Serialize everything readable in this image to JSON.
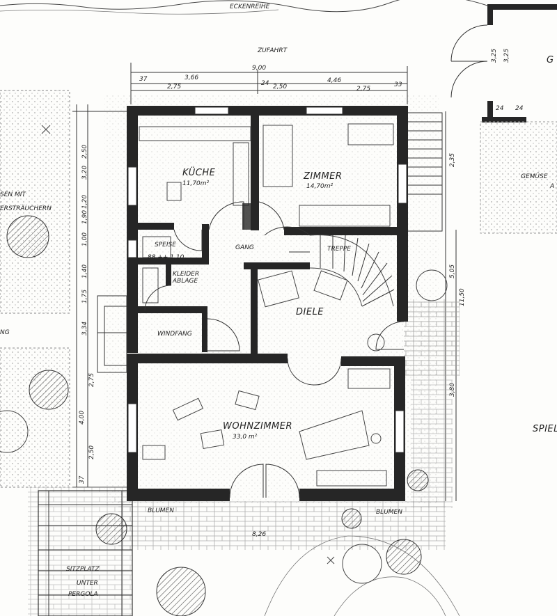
{
  "plan": {
    "top_street": "ECKENREIHE",
    "access": "ZUFAHRT",
    "overall_width": "9,00",
    "dims_top": [
      "37",
      "3,66",
      "2,75",
      "24",
      "2,50",
      "4,46",
      "2,75",
      "33"
    ],
    "dims_left": [
      "3,20",
      "2,50",
      "1,90",
      "1,20",
      "1,00",
      "1,40",
      "1,75",
      "3,34",
      "4,00",
      "2,75",
      "2,50",
      "37"
    ],
    "dims_right": [
      "2,35",
      "3,25",
      "5,05",
      "11,50",
      "3,80"
    ],
    "bottom_dim": "8,26",
    "rooms": {
      "kueche": {
        "name": "KÜCHE",
        "area": "11,70m²"
      },
      "zimmer": {
        "name": "ZIMMER",
        "area": "14,70m²"
      },
      "speise": {
        "name": "SPEISE",
        "dim": "88 ++ 1,10"
      },
      "gang": {
        "name": "GANG"
      },
      "kleider": {
        "name": "KLEIDER",
        "name2": "ABLAGE"
      },
      "treppe": {
        "name": "TREPPE"
      },
      "diele": {
        "name": "DIELE"
      },
      "windfang": {
        "name": "WINDFANG"
      },
      "wohnzimmer": {
        "name": "WOHNZIMMER",
        "area": "33,0 m²"
      }
    },
    "outside": {
      "left_hedge": "SEN MIT",
      "left_hedge2": "ERSTRÄUCHERN",
      "left_ng": "NG",
      "gemuese": "GEMÜSE",
      "gemuese2": "A",
      "spiel": "SPIEL",
      "blumen_left": "BLUMEN",
      "blumen_right": "BLUMEN",
      "sitzplatz": "SITZPLATZ",
      "unter": "UNTER",
      "pergola": "PERGOLA",
      "garage_dim": "3,25",
      "garage_small": [
        "24",
        "24"
      ],
      "right_c": "G"
    }
  }
}
